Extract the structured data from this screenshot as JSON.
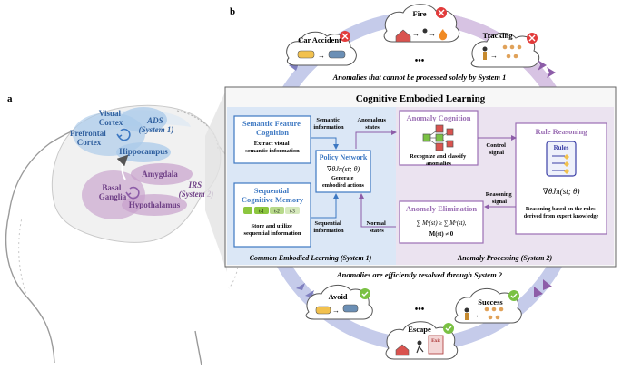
{
  "panel_a": {
    "letter": "a",
    "visual_cortex": [
      "Visual",
      "Cortex"
    ],
    "prefrontal_cortex": [
      "Prefrontal",
      "Cortex"
    ],
    "hippocampus": "Hippocampus",
    "ads": [
      "ADS",
      "(System 1)"
    ],
    "amygdala": "Amygdala",
    "basal_ganglia": [
      "Basal",
      "Ganglia"
    ],
    "hypothalamus": "Hypothalamus",
    "irs": [
      "IRS",
      "(System 2)"
    ]
  },
  "panel_b": {
    "letter": "b",
    "top_anomalies": {
      "car_accident": "Car Accident",
      "fire": "Fire",
      "tracking": "Tracking",
      "ellipsis": "•••"
    },
    "top_caption": "Anomalies that cannot be processed solely by System 1",
    "bottom_caption": "Anomalies are efficiently resolved through System 2",
    "bottom_outcomes": {
      "avoid": "Avoid",
      "escape": "Escape",
      "success": "Success",
      "exit_sign": "Exit",
      "ellipsis": "•••"
    },
    "box_title": "Cognitive Embodied Learning",
    "semantic": {
      "title": [
        "Semantic Feature",
        "Cognition"
      ],
      "desc": [
        "Extract visual",
        "semantic information"
      ]
    },
    "sequential": {
      "title": [
        "Sequential",
        "Cognitive Memory"
      ],
      "desc": [
        "Store and utilize",
        "sequential information"
      ],
      "chain_labels": [
        "t-1",
        "t-2",
        "t-3"
      ]
    },
    "policy": {
      "title": "Policy Network",
      "formula": "∇θJπ(st; θ)",
      "desc": [
        "Generate",
        "embodied actions"
      ]
    },
    "anomaly_cognition": {
      "title": "Anomaly Cognition",
      "desc": [
        "Recognize and classify",
        "anomalies"
      ]
    },
    "rule_reasoning": {
      "title": "Rule Reasoning",
      "rules_label": "Rules",
      "formula": "∇θJπ(st; θ)",
      "desc": [
        "Reasoning based on the rules",
        "derived from expert knowledge"
      ]
    },
    "anomaly_elimination": {
      "title": "Anomaly Elimination",
      "formula_1": "∑ Mᶜ(st) ≥ ∑ Mᶜ(st),",
      "formula_2": "M(st) ≠ 0"
    },
    "arrows": {
      "semantic_info": [
        "Semantic",
        "information"
      ],
      "anomalous_states": [
        "Anomalous",
        "states"
      ],
      "sequential_info": [
        "Sequential",
        "information"
      ],
      "normal_states": [
        "Normal",
        "states"
      ],
      "control_signal": [
        "Control",
        "signal"
      ],
      "reasoning_signal": [
        "Reasoning",
        "signal"
      ]
    },
    "footers": {
      "left": "Common Embodied Learning (System 1)",
      "right": "Anomaly Processing (System 2)"
    }
  },
  "colors": {
    "blue_zone": "#dbe7f6",
    "purple_zone": "#ebe3f0",
    "blue_title": "#3d78c2",
    "purple_title": "#9b6fb4",
    "ring": "#c5cbea",
    "ring_arrow": "#7f7fbf",
    "brain_purple": "#c7a1cc",
    "brain_blue": "#a9c9ea"
  }
}
